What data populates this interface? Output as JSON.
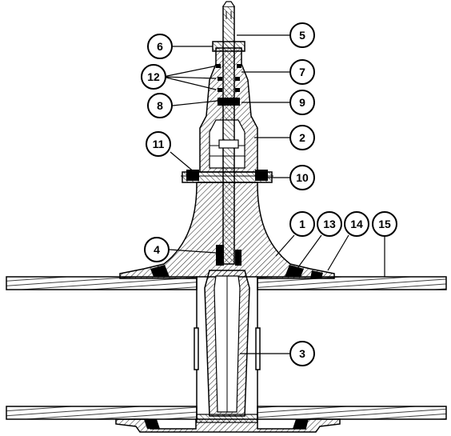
{
  "colors": {
    "ink": "#000000",
    "paper": "#ffffff"
  },
  "callouts": [
    "1",
    "2",
    "3",
    "4",
    "5",
    "6",
    "7",
    "8",
    "9",
    "10",
    "11",
    "12",
    "13",
    "14",
    "15"
  ]
}
